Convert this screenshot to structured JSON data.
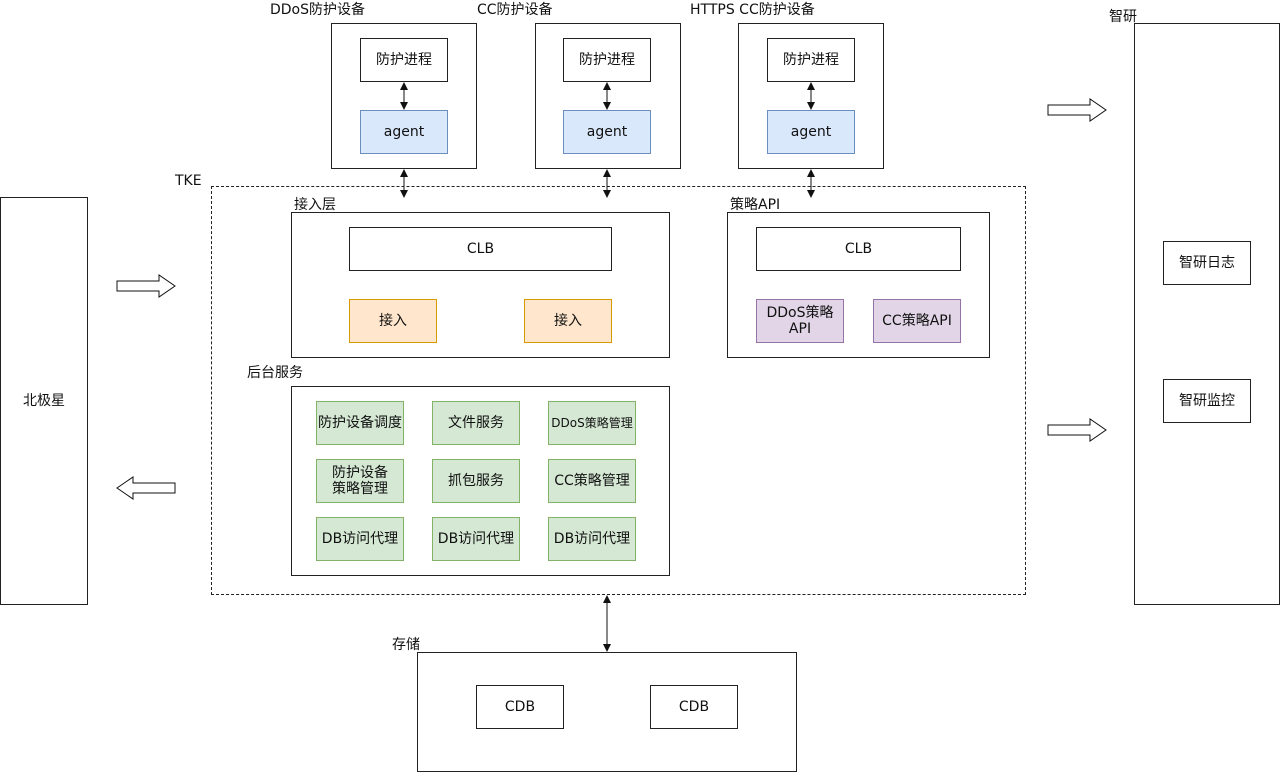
{
  "devices": [
    {
      "title": "DDoS防护设备",
      "process": "防护进程",
      "agent": "agent"
    },
    {
      "title": "CC防护设备",
      "process": "防护进程",
      "agent": "agent"
    },
    {
      "title": "HTTPS CC防护设备",
      "process": "防护进程",
      "agent": "agent"
    }
  ],
  "beijixing": {
    "label": "北极星"
  },
  "zhiyan": {
    "title": "智研",
    "log": "智研日志",
    "monitor": "智研监控"
  },
  "tke": {
    "title": "TKE",
    "access_layer": {
      "title": "接入层",
      "clb": "CLB",
      "access": [
        "接入",
        "接入"
      ]
    },
    "policy_api": {
      "title": "策略API",
      "clb": "CLB",
      "ddos_api": "DDoS策略API",
      "cc_api": "CC策略API"
    },
    "backend": {
      "title": "后台服务",
      "services": [
        [
          "防护设备调度",
          "文件服务",
          "DDoS策略管理"
        ],
        [
          "防护设备策略管理",
          "抓包服务",
          "CC策略管理"
        ],
        [
          "DB访问代理",
          "DB访问代理",
          "DB访问代理"
        ]
      ]
    }
  },
  "storage": {
    "title": "存储",
    "dbs": [
      "CDB",
      "CDB"
    ]
  }
}
